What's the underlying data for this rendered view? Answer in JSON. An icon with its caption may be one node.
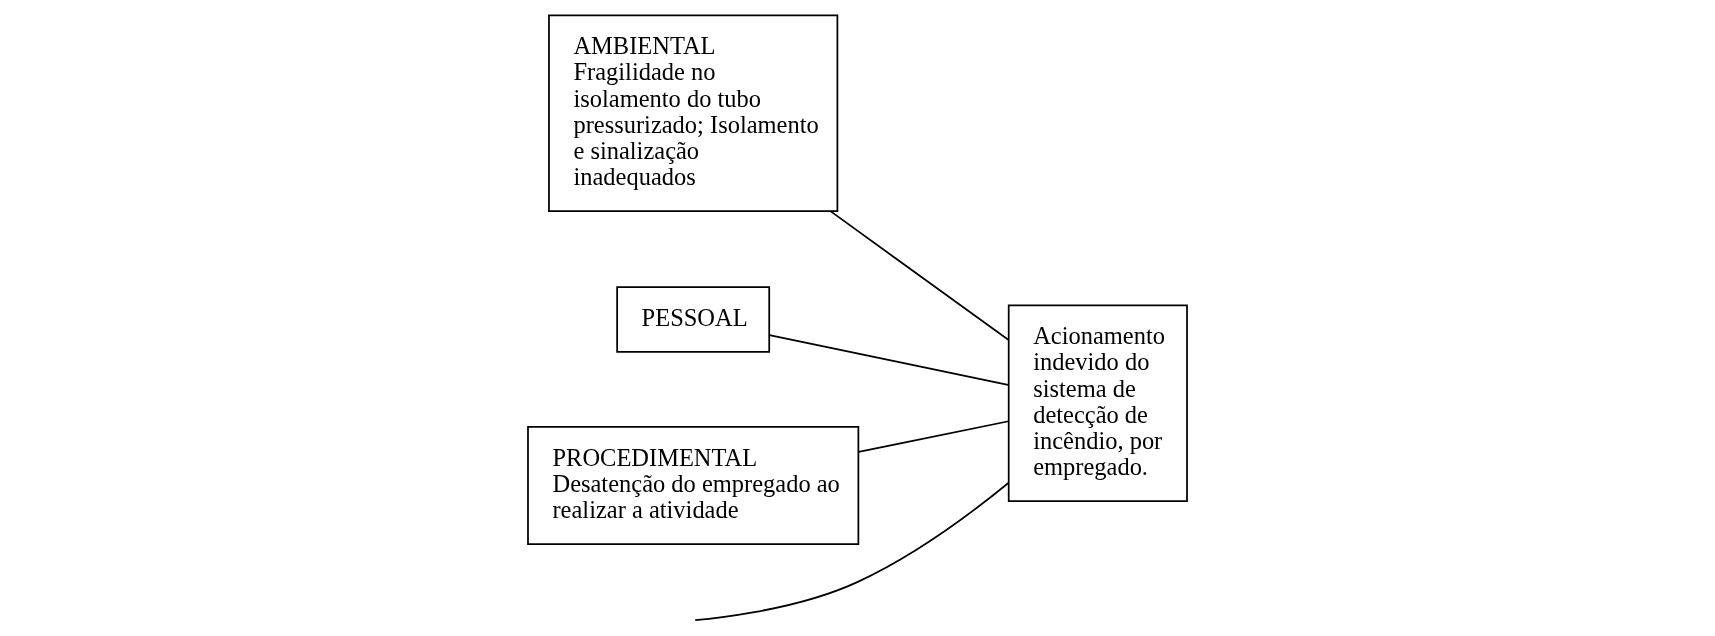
{
  "diagram": {
    "nodes": [
      {
        "text": [
          "AMBIENTAL",
          "Fragilidade no isolamento do tubo pressurizado; Isolamento e sinalização inadequados"
        ]
      },
      {
        "text": [
          "PESSOAL"
        ]
      },
      {
        "text": [
          "PROCEDIMENTAL",
          "Desatenção do empregado ao realizar a atividade"
        ]
      },
      {
        "text": [
          "Acionamento indevido do sistema de detecção de incêndio, por empregado."
        ]
      }
    ],
    "edges": [
      {
        "from": null,
        "to": 3,
        "arrow": "none"
      },
      {
        "from": 0,
        "to": 3,
        "arrow": "none"
      },
      {
        "from": 1,
        "to": 3,
        "arrow": "none"
      },
      {
        "from": 2,
        "to": 3,
        "arrow": "none"
      }
    ]
  }
}
